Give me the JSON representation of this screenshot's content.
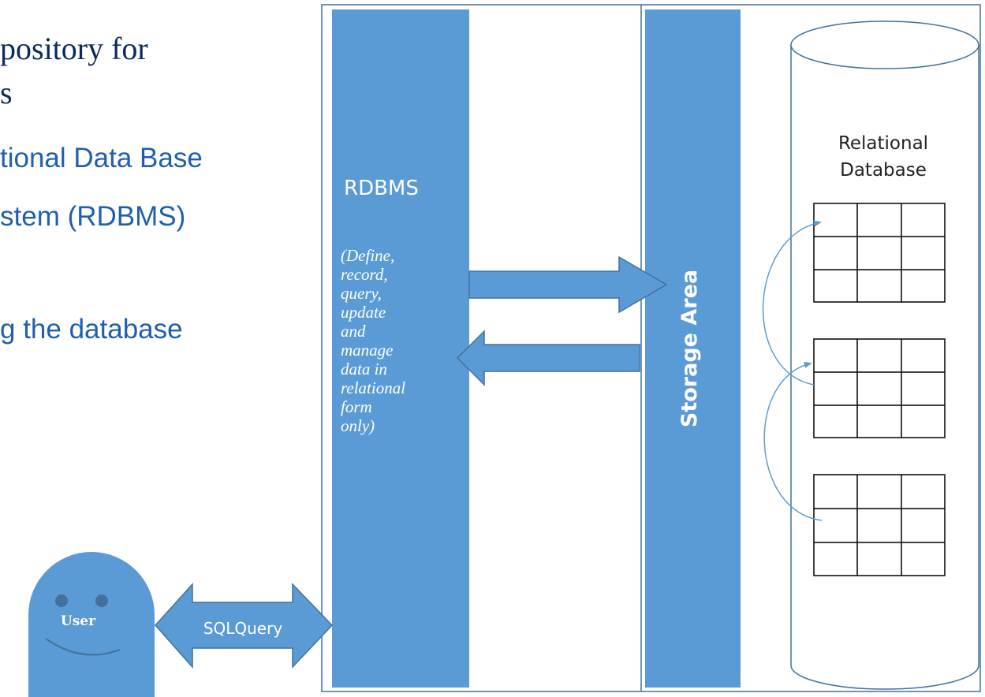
{
  "slide": {
    "heading_lines": [
      "pository for",
      "s"
    ],
    "bullet_lines": [
      "tional Data Base",
      "stem (RDBMS)",
      "g the database"
    ]
  },
  "diagram": {
    "rdbms_label": "RDBMS",
    "rdbms_description_lines": [
      "(Define,",
      "record,",
      "query,",
      "update",
      "and",
      "manage",
      "data in",
      "relational",
      "form",
      "only)"
    ],
    "storage_label": "Storage Area",
    "database_label_lines": [
      "Relational",
      "Database"
    ],
    "user_label": "User",
    "query_label": "SQLQuery",
    "colors": {
      "panel_blue": "#5b9bd5",
      "panel_border": "#41719c",
      "heading": "#0b2a5c",
      "bullet_text": "#1f5fae",
      "curve_arrow": "#5b9bd5"
    }
  }
}
